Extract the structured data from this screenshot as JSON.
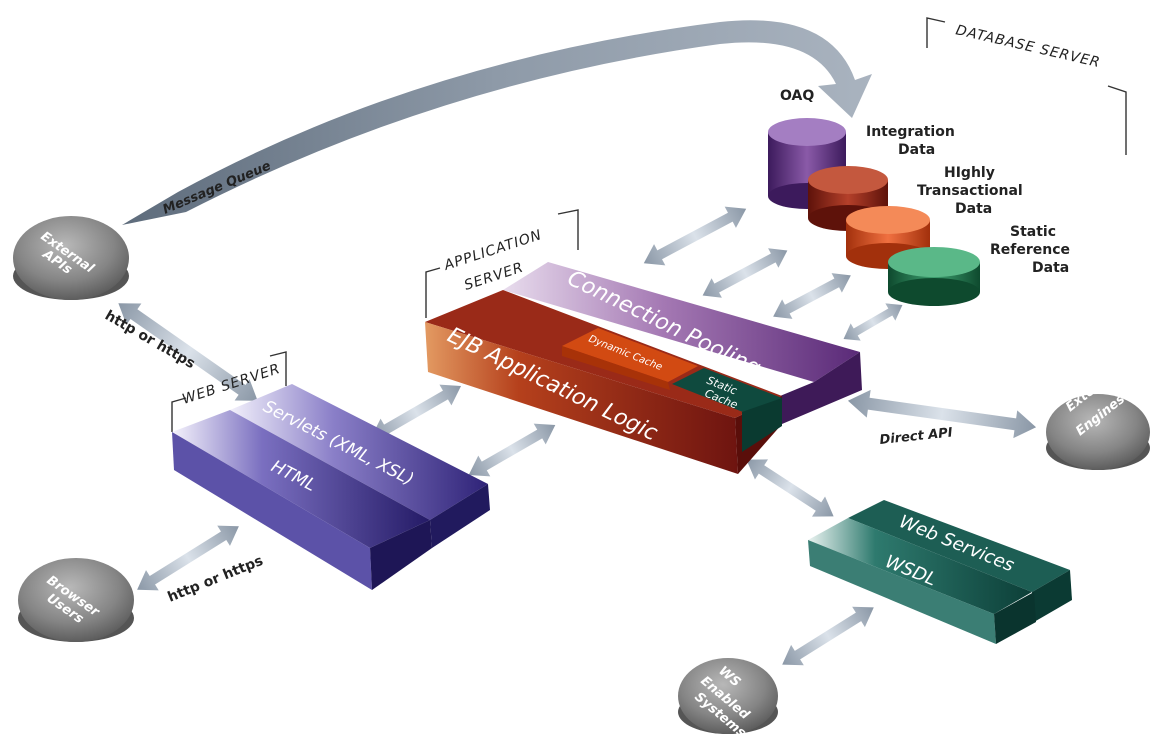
{
  "database_server": {
    "label": "DATABASE SERVER"
  },
  "databases": [
    {
      "name": "OAQ",
      "color": "#6a3a8e"
    },
    {
      "name": "Integration Data",
      "color": "#8a2a1c"
    },
    {
      "name": "HIghly Transactional Data",
      "color": "#d0461e"
    },
    {
      "name": "Static Reference Data",
      "color": "#1e7a4c"
    }
  ],
  "labels": {
    "oaq": "OAQ",
    "integration_1": "Integration",
    "integration_2": "Data",
    "highly_1": "HIghly",
    "highly_2": "Transactional",
    "highly_3": "Data",
    "static_1": "Static",
    "static_2": "Reference",
    "static_3": "Data"
  },
  "application_server": {
    "label_1": "APPLICATION",
    "label_2": "SERVER",
    "connection_pooling": "Connection Pooling",
    "ejb_logic": "EJB Application Logic",
    "dynamic_cache": "Dynamic Cache",
    "static_cache_1": "Static",
    "static_cache_2": "Cache"
  },
  "web_server": {
    "label": "WEB SERVER",
    "servlets": "Servlets (XML, XSL)",
    "html": "HTML"
  },
  "web_services": {
    "services": "Web Services",
    "wsdl": "WSDL"
  },
  "endpoints": {
    "external_apis_1": "External",
    "external_apis_2": "APIs",
    "browser_users_1": "Browser",
    "browser_users_2": "Users",
    "external_engines_1": "External",
    "external_engines_2": "Engines",
    "ws_1": "WS",
    "ws_2": "Enabled",
    "ws_3": "Systems"
  },
  "connectors": {
    "message_queue": "Message Queue",
    "http_top": "http or https",
    "http_bottom": "http or https",
    "direct_api": "Direct API"
  },
  "colors": {
    "purple": "#5a2a78",
    "red": "#7e1a12",
    "orange": "#d24a12",
    "green": "#0f4a3e",
    "blue": "#3d2c8a",
    "teal": "#0e5148",
    "disc": "#7d7d7d",
    "arrow": "#b9c4d0"
  }
}
